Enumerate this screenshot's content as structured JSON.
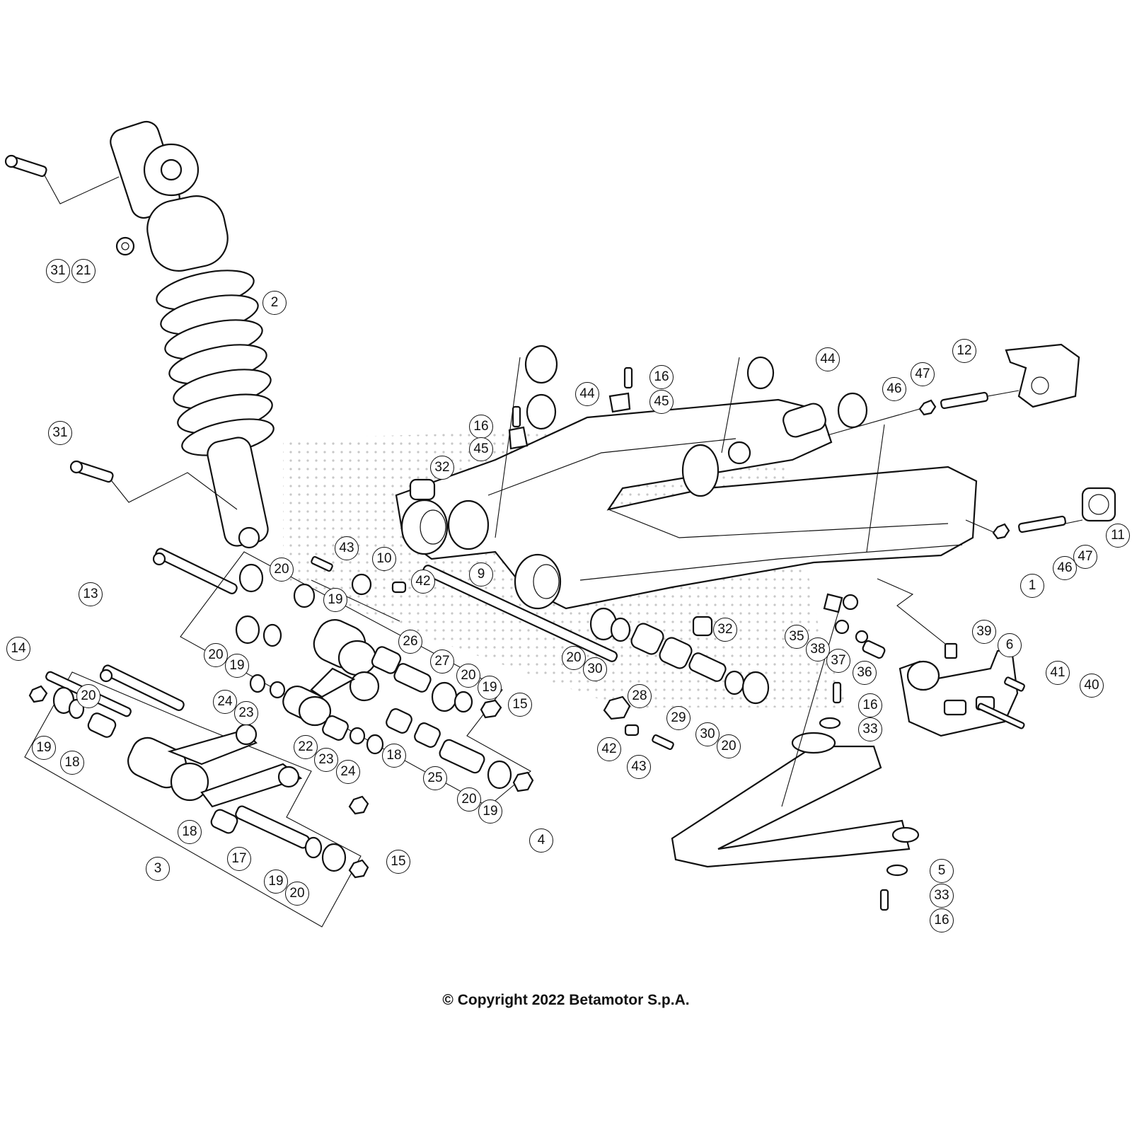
{
  "diagram": {
    "title": "Rear suspension / swingarm exploded view",
    "ink_color": "#111111",
    "background": "#ffffff",
    "parts": [
      {
        "id": "swingarm",
        "ref": "1"
      },
      {
        "id": "shock-absorber",
        "ref": "2"
      },
      {
        "id": "linkage-rods-assembly",
        "ref": "3"
      },
      {
        "id": "rocker-assembly",
        "ref": "4"
      },
      {
        "id": "chain-slider",
        "ref": "5"
      },
      {
        "id": "chain-guide",
        "ref": "6"
      },
      {
        "id": "swingarm-pivot-shaft",
        "ref": "9"
      },
      {
        "id": "pivot-nut",
        "ref": "10"
      },
      {
        "id": "chain-adjuster-right",
        "ref": "11"
      },
      {
        "id": "chain-adjuster-left",
        "ref": "12"
      }
    ],
    "callouts": [
      {
        "label": "31"
      },
      {
        "label": "21"
      },
      {
        "label": "2"
      },
      {
        "label": "31"
      },
      {
        "label": "43"
      },
      {
        "label": "10"
      },
      {
        "label": "42"
      },
      {
        "label": "9"
      },
      {
        "label": "13"
      },
      {
        "label": "20"
      },
      {
        "label": "19"
      },
      {
        "label": "20"
      },
      {
        "label": "19"
      },
      {
        "label": "24"
      },
      {
        "label": "23"
      },
      {
        "label": "26"
      },
      {
        "label": "27"
      },
      {
        "label": "20"
      },
      {
        "label": "19"
      },
      {
        "label": "15"
      },
      {
        "label": "22"
      },
      {
        "label": "23"
      },
      {
        "label": "24"
      },
      {
        "label": "18"
      },
      {
        "label": "25"
      },
      {
        "label": "20"
      },
      {
        "label": "19"
      },
      {
        "label": "4"
      },
      {
        "label": "14"
      },
      {
        "label": "20"
      },
      {
        "label": "19"
      },
      {
        "label": "18"
      },
      {
        "label": "18"
      },
      {
        "label": "17"
      },
      {
        "label": "19"
      },
      {
        "label": "20"
      },
      {
        "label": "15"
      },
      {
        "label": "3"
      },
      {
        "label": "44"
      },
      {
        "label": "16"
      },
      {
        "label": "45"
      },
      {
        "label": "16"
      },
      {
        "label": "45"
      },
      {
        "label": "32"
      },
      {
        "label": "44"
      },
      {
        "label": "12"
      },
      {
        "label": "47"
      },
      {
        "label": "46"
      },
      {
        "label": "11"
      },
      {
        "label": "47"
      },
      {
        "label": "46"
      },
      {
        "label": "1"
      },
      {
        "label": "20"
      },
      {
        "label": "30"
      },
      {
        "label": "32"
      },
      {
        "label": "28"
      },
      {
        "label": "29"
      },
      {
        "label": "30"
      },
      {
        "label": "20"
      },
      {
        "label": "42"
      },
      {
        "label": "43"
      },
      {
        "label": "35"
      },
      {
        "label": "38"
      },
      {
        "label": "37"
      },
      {
        "label": "36"
      },
      {
        "label": "39"
      },
      {
        "label": "6"
      },
      {
        "label": "41"
      },
      {
        "label": "40"
      },
      {
        "label": "16"
      },
      {
        "label": "33"
      },
      {
        "label": "5"
      },
      {
        "label": "33"
      },
      {
        "label": "16"
      }
    ]
  },
  "footer": {
    "copyright": "© Copyright 2022 Betamotor S.p.A."
  }
}
